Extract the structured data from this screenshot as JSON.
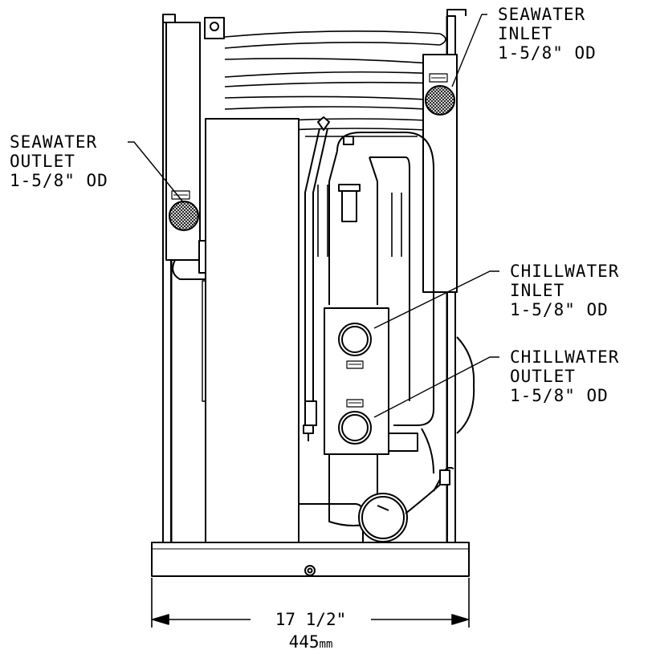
{
  "callouts": {
    "seawater_inlet": {
      "line1": "SEAWATER",
      "line2": "INLET",
      "line3": "1-5/8\" OD"
    },
    "seawater_outlet": {
      "line1": "SEAWATER",
      "line2": "OUTLET",
      "line3": "1-5/8\" OD"
    },
    "chillwater_inlet": {
      "line1": "CHILLWATER",
      "line2": "INLET",
      "line3": "1-5/8\" OD"
    },
    "chillwater_outlet": {
      "line1": "CHILLWATER",
      "line2": "OUTLET",
      "line3": "1-5/8\" OD"
    }
  },
  "dimension": {
    "imperial": "17 1/2\"",
    "metric_value": "445",
    "metric_unit": "mm"
  }
}
